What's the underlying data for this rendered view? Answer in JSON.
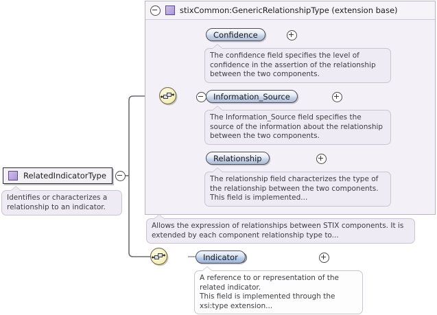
{
  "diagram": {
    "kind": "xml-schema-element-tree",
    "extension_base": {
      "title": "stixCommon:GenericRelationshipType (extension base)",
      "collapse_icon": "minus-toggle-icon",
      "type_icon": "complex-type-icon",
      "annotation": "Allows the expression of relationships between STIX components. It is extended by each component relationship type to..."
    },
    "root_type": {
      "label": "RelatedIndicatorType",
      "type_icon": "complex-type-icon",
      "collapse_icon": "minus-toggle-icon",
      "annotation": "Identifies or characterizes a relationship to an indicator."
    },
    "compositors": [
      {
        "name": "sequence-compositor-base",
        "icon": "sequence-icon",
        "collapse_icon": "minus-toggle-icon"
      },
      {
        "name": "sequence-compositor-extension",
        "icon": "sequence-icon",
        "collapse_icon": "minus-toggle-icon"
      }
    ],
    "base_elements": [
      {
        "label": "Confidence",
        "expand_icon": "plus-toggle-icon",
        "annotation": "The confidence field specifies the level of confidence in the assertion of the relationship between the two components."
      },
      {
        "label": "Information_Source",
        "expand_icon": "plus-toggle-icon",
        "annotation": "The Information_Source field specifies the source of the information about the relationship between the two components."
      },
      {
        "label": "Relationship",
        "expand_icon": "plus-toggle-icon",
        "annotation": "The relationship field characterizes the type of the relationship between the two components.\nThis field is implemented..."
      }
    ],
    "extension_elements": [
      {
        "label": "Indicator",
        "expand_icon": "plus-toggle-icon",
        "annotation": "A reference to or representation of the related indicator.\nThis field is implemented through the xsi:type extension..."
      }
    ]
  },
  "colors": {
    "extension_base_bg": "#f3f0f7",
    "extension_base_border": "#b9b4c4",
    "element_pill_fill": "#c3cfe3",
    "compositor_fill": "#f7f2c2",
    "note_bg": "#eeebf4",
    "line": "#6a6a72",
    "type_icon": "#b9a9df"
  }
}
